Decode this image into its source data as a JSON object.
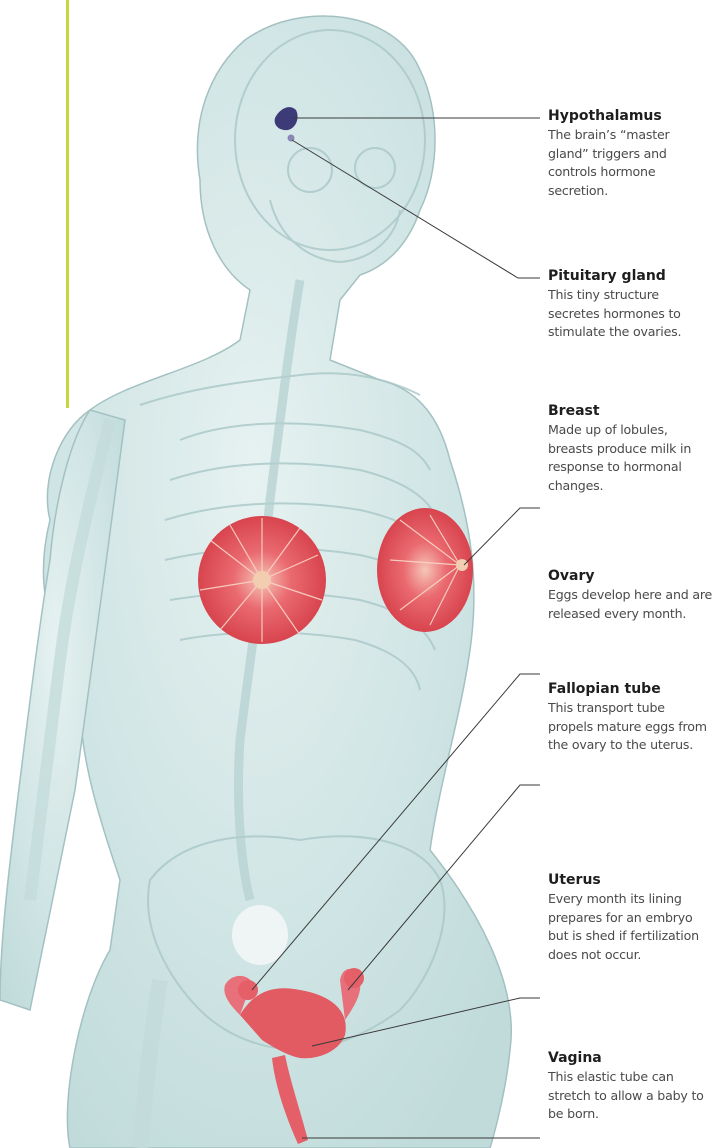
{
  "colors": {
    "accent_bar": "#c7d63a",
    "body_fill": "#cfe6e6",
    "body_stroke": "#9dbcbd",
    "organ_red": "#e25a62",
    "organ_pink": "#f08a9a",
    "hypothalamus": "#3d3a78",
    "leader_line": "#3a3a3a"
  },
  "labels": [
    {
      "title": "Hypothalamus",
      "desc": "The brain’s “master gland” triggers and controls hormone secretion."
    },
    {
      "title": "Pituitary gland",
      "desc": "This tiny structure secretes hormones to stimulate the ovaries."
    },
    {
      "title": "Breast",
      "desc": "Made up of lobules, breasts produce milk in response to hormonal changes."
    },
    {
      "title": "Ovary",
      "desc": "Eggs develop here and are released every month."
    },
    {
      "title": "Fallopian tube",
      "desc": "This transport tube propels mature eggs from the ovary to the uterus."
    },
    {
      "title": "Uterus",
      "desc": "Every month its lining prepares for an embryo but is shed if fertilization does not occur."
    },
    {
      "title": "Vagina",
      "desc": "This elastic tube can stretch to allow a baby to be born."
    }
  ]
}
